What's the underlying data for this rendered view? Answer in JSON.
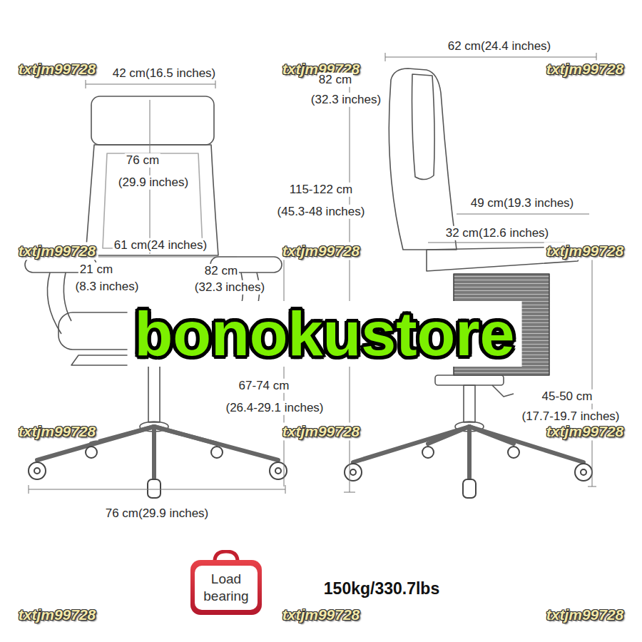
{
  "diagram": {
    "nodes": [
      {
        "text": [
          "Load bearing"
        ]
      }
    ],
    "labels": [
      "txtjm99728",
      "txtjm99728",
      "txtjm99728",
      "62 cm(24.4 inches)",
      "42 cm(16.5 inches)",
      "82 cm",
      "(32.3 inches)",
      "76 cm",
      "(29.9 inches)",
      "115-122 cm",
      "(45.3-48 inches)",
      "49 cm(19.3 inches)",
      "32 cm(12.6 inches)",
      "txtjm99728",
      "txtjm99728",
      "txtjm99728",
      "61 cm(24 inches)",
      "21 cm",
      "(8.3 inches)",
      "82 cm",
      "(32.3 inches)",
      "bonokustore",
      "67-74 cm",
      "(26.4-29.1 inches)",
      "45-50 cm",
      "(17.7-19.7 inches)",
      "txtjm99728",
      "txtjm99728",
      "txtjm99728",
      "76 cm(29.9 inches)",
      "150kg/330.7lbs",
      "txtjm99728",
      "txtjm99728",
      "txtjm99728"
    ]
  }
}
